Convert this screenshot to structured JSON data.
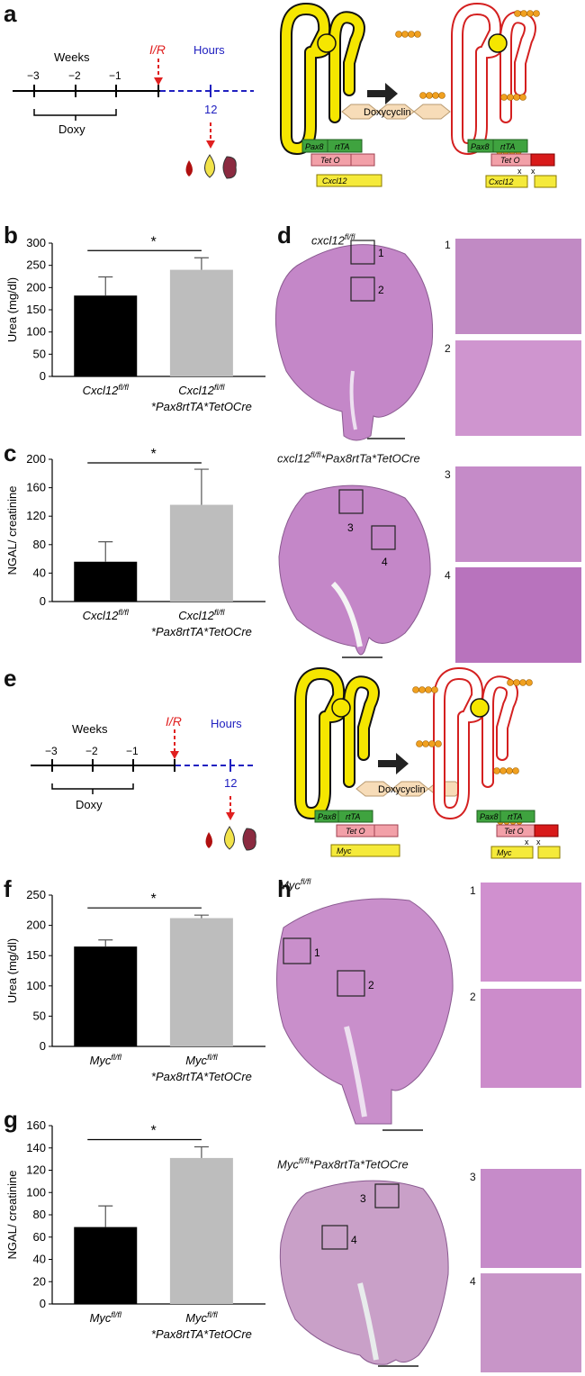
{
  "panels": {
    "a": "a",
    "b": "b",
    "c": "c",
    "d": "d",
    "e": "e",
    "f": "f",
    "g": "g",
    "h": "h"
  },
  "timeline_a": {
    "weeks_label": "Weeks",
    "hours_label": "Hours",
    "ir_label": "I/R",
    "ticks": [
      "−3",
      "−2",
      "−1"
    ],
    "hour_tick": "12",
    "doxy_label": "Doxy"
  },
  "timeline_e": {
    "weeks_label": "Weeks",
    "hours_label": "Hours",
    "ir_label": "I/R",
    "ticks": [
      "−3",
      "−2",
      "−1"
    ],
    "hour_tick": "12",
    "doxy_label": "Doxy"
  },
  "schematic_a": {
    "drug": "Doxycyclin",
    "left": {
      "pax8": "Pax8",
      "rtta": "rtTA",
      "teto": "Tet O",
      "gene": "Cxcl12"
    },
    "right": {
      "pax8": "Pax8",
      "rtta": "rtTA",
      "teto": "Tet O",
      "gene": "Cxcl12"
    }
  },
  "schematic_e": {
    "drug": "Doxycyclin",
    "left": {
      "pax8": "Pax8",
      "rtta": "rtTA",
      "teto": "Tet O",
      "gene": "Myc"
    },
    "right": {
      "pax8": "Pax8",
      "rtta": "rtTA",
      "teto": "Tet O",
      "gene": "Myc"
    }
  },
  "colors": {
    "black_bar": "#000000",
    "grey_bar": "#bdbdbd",
    "ir_red": "#e02020",
    "hours_blue": "#2020c0",
    "tubule_yellow": "#f5e600",
    "tubule_red": "#d42020",
    "pax8_green": "#3fa33f",
    "teto_pink": "#f2a0a8",
    "cre_red": "#d81a1a",
    "gene_yellow": "#f5ea3a",
    "tissue": "#c487c8"
  },
  "chart_data": [
    {
      "id": "b",
      "type": "bar",
      "categories": [
        "Cxcl12fl/fl",
        "Cxcl12fl/fl *Pax8rtTA*TetOCre"
      ],
      "cat_main": [
        "Cxcl12",
        "Cxcl12"
      ],
      "cat_sup": [
        "fl/fl",
        "fl/fl"
      ],
      "cat_second": [
        "",
        "*Pax8rtTA*TetOCre"
      ],
      "values": [
        182,
        240
      ],
      "errors": [
        42,
        27
      ],
      "ylabel": "Urea (mg/dl)",
      "ylim": [
        0,
        300
      ],
      "yticks": [
        "0",
        "50",
        "100",
        "150",
        "200",
        "250",
        "300"
      ],
      "significance": "*"
    },
    {
      "id": "c",
      "type": "bar",
      "categories": [
        "Cxcl12fl/fl",
        "Cxcl12fl/fl *Pax8rtTA*TetOCre"
      ],
      "cat_main": [
        "Cxcl12",
        "Cxcl12"
      ],
      "cat_sup": [
        "fl/fl",
        "fl/fl"
      ],
      "cat_second": [
        "",
        "*Pax8rtTA*TetOCre"
      ],
      "values": [
        56,
        136
      ],
      "errors": [
        28,
        50
      ],
      "ylabel": "NGAL/ creatinine",
      "ylim": [
        0,
        200
      ],
      "yticks": [
        "0",
        "40",
        "80",
        "120",
        "160",
        "200"
      ],
      "significance": "*"
    },
    {
      "id": "f",
      "type": "bar",
      "categories": [
        "Mycfl/fl",
        "Mycfl/fl *Pax8rtTA*TetOCre"
      ],
      "cat_main": [
        "Myc",
        "Myc"
      ],
      "cat_sup": [
        "fl/fl",
        "fl/fl"
      ],
      "cat_second": [
        "",
        "*Pax8rtTA*TetOCre"
      ],
      "values": [
        165,
        212
      ],
      "errors": [
        11,
        5
      ],
      "ylabel": "Urea (mg/dl)",
      "ylim": [
        0,
        250
      ],
      "yticks": [
        "0",
        "50",
        "100",
        "150",
        "200",
        "250"
      ],
      "significance": "*"
    },
    {
      "id": "g",
      "type": "bar",
      "categories": [
        "Mycfl/fl",
        "Mycfl/fl *Pax8rtTA*TetOCre"
      ],
      "cat_main": [
        "Myc",
        "Myc"
      ],
      "cat_sup": [
        "fl/fl",
        "fl/fl"
      ],
      "cat_second": [
        "",
        "*Pax8rtTA*TetOCre"
      ],
      "values": [
        69,
        131
      ],
      "errors": [
        19,
        10
      ],
      "ylabel": "NGAL/ creatinine",
      "ylim": [
        0,
        160
      ],
      "yticks": [
        "0",
        "20",
        "40",
        "60",
        "80",
        "100",
        "120",
        "140",
        "160"
      ],
      "significance": "*"
    }
  ],
  "histology_d": {
    "top_main": "cxcl12",
    "top_sup": "fl/fl",
    "bottom_main": "cxcl12",
    "bottom_sup": "fl/fl",
    "bottom_rest": "*Pax8rtTa*TetOCre",
    "box_labels": [
      "1",
      "2",
      "3",
      "4"
    ]
  },
  "histology_h": {
    "top_main": "Myc",
    "top_sup": "fl/fl",
    "bottom_main": "Myc",
    "bottom_sup": "fl/fl",
    "bottom_rest": "*Pax8rtTa*TetOCre",
    "box_labels": [
      "1",
      "2",
      "3",
      "4"
    ]
  }
}
